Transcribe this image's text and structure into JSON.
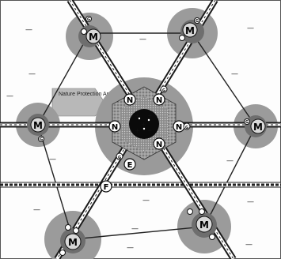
{
  "diagram": {
    "labels": {
      "nature_area": "Nature Protection Area",
      "metro": "M",
      "neighbourhood": "N",
      "east": "E",
      "fringe": "F",
      "gate": "G",
      "plus": "+",
      "dash": "—"
    },
    "colors": {
      "background": "#fdfdfd",
      "outer_circle": "#9a9a9a",
      "inner_circle": "#707070",
      "center_blob": "#0a0a0a",
      "nature_area": "#b6b6b6",
      "road": "#1a1a1a"
    }
  }
}
